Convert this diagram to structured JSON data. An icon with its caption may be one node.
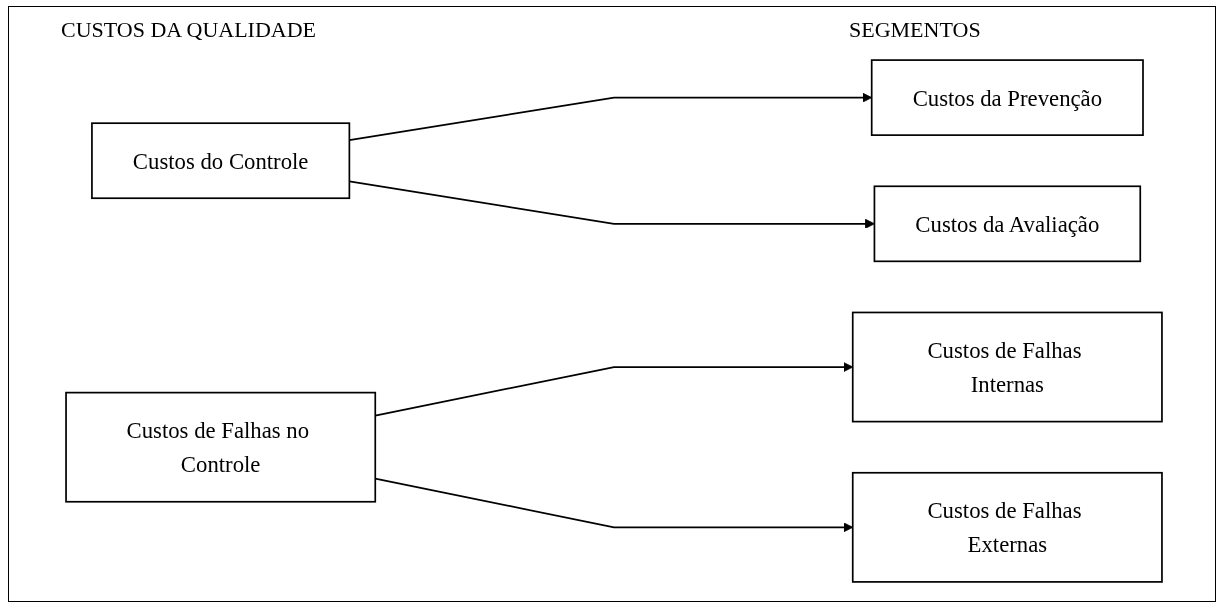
{
  "diagram": {
    "nodes": [
      {
        "text": [
          "Custos do Controle"
        ]
      },
      {
        "text": [
          "Custos de Falhas no Controle"
        ]
      },
      {
        "text": [
          "Custos da Prevenção"
        ]
      },
      {
        "text": [
          "Custos da Avaliação"
        ]
      },
      {
        "text": [
          "Custos de Falhas Internas"
        ]
      },
      {
        "text": [
          "Custos de Falhas Externas"
        ]
      }
    ],
    "edges": [
      {
        "from": 0,
        "to": 2,
        "arrow": "to"
      },
      {
        "from": 0,
        "to": 3,
        "arrow": "to"
      },
      {
        "from": 1,
        "to": 4,
        "arrow": "to"
      },
      {
        "from": 1,
        "to": 5,
        "arrow": "to"
      }
    ],
    "labels": [
      "CUSTOS DA QUALIDADE",
      "SEGMENTOS"
    ]
  }
}
